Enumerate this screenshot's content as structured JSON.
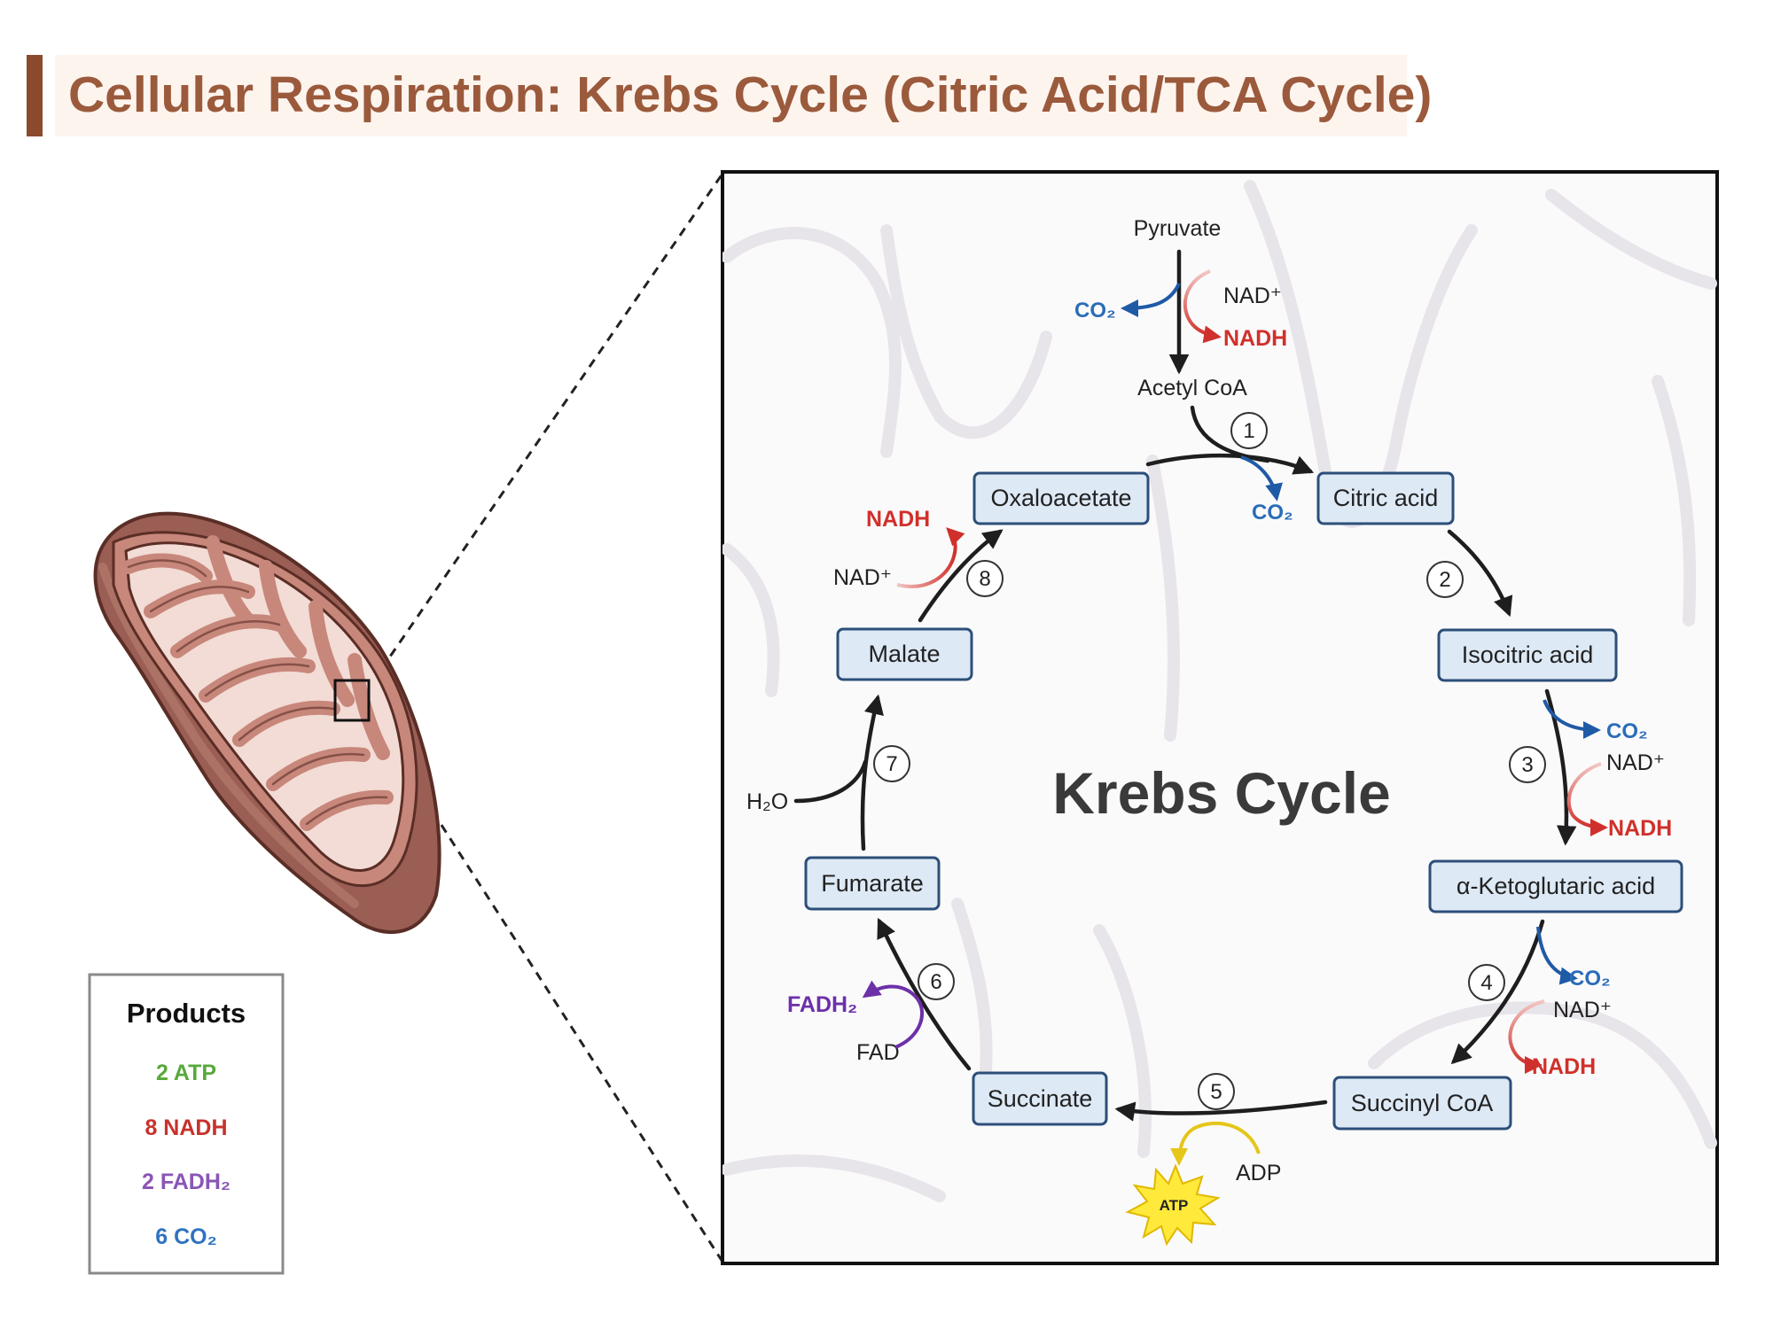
{
  "title": "Cellular Respiration: Krebs Cycle (Citric Acid/TCA Cycle)",
  "cycle_label": "Krebs Cycle",
  "products": {
    "heading": "Products",
    "items": [
      {
        "text": "2 ATP",
        "color": "#58a83a"
      },
      {
        "text": "8 NADH",
        "color": "#c7322c"
      },
      {
        "text": "2 FADH₂",
        "color": "#8a55b5"
      },
      {
        "text": "6 CO₂",
        "color": "#2f73c0"
      }
    ]
  },
  "nodes": {
    "pyruvate": "Pyruvate",
    "acetyl_coa": "Acetyl CoA",
    "oxaloacetate": "Oxaloacetate",
    "citric_acid": "Citric acid",
    "isocitric_acid": "Isocitric acid",
    "ketoglutaric_acid": "α-Ketoglutaric acid",
    "succinyl_coa": "Succinyl CoA",
    "succinate": "Succinate",
    "fumarate": "Fumarate",
    "malate": "Malate"
  },
  "steps": [
    "1",
    "2",
    "3",
    "4",
    "5",
    "6",
    "7",
    "8"
  ],
  "labels": {
    "nad": "NAD⁺",
    "nadh": "NADH",
    "co2": "CO₂",
    "fad": "FAD",
    "fadh2": "FADH₂",
    "h2o": "H₂O",
    "adp": "ADP",
    "atp": "ATP"
  },
  "colors": {
    "title": "#9b5a3c",
    "title_bar": "#8b4a2b",
    "node_fill": "#dde9f5",
    "node_border": "#2c4f79",
    "nadh": "#d0302b",
    "co2": "#2a6db8",
    "fadh2": "#6c30a8",
    "atp": "#ffe93a",
    "adp_arrow": "#e5c61a",
    "mito_outer": "#9a5e54",
    "mito_inner": "#f2dcd5"
  }
}
